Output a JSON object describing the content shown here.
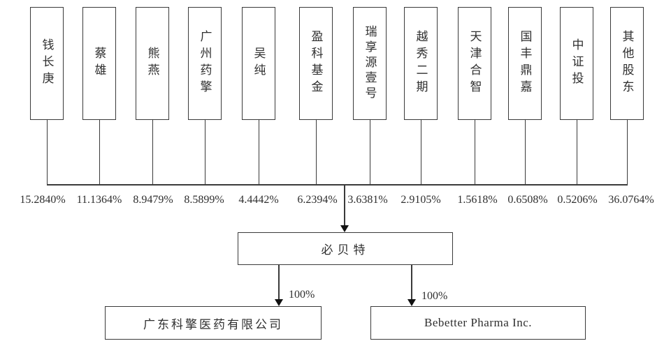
{
  "diagram": {
    "title": "equity-structure-chart",
    "parent_company": {
      "name": "必贝特"
    },
    "shareholders": [
      {
        "name": "钱长庚",
        "percent": "15.2840%"
      },
      {
        "name": "蔡雄",
        "percent": "11.1364%"
      },
      {
        "name": "熊燕",
        "percent": "8.9479%"
      },
      {
        "name": "广州药擎",
        "percent": "8.5899%"
      },
      {
        "name": "吴纯",
        "percent": "4.4442%"
      },
      {
        "name": "盈科基金",
        "percent": "6.2394%"
      },
      {
        "name": "瑞享源壹号",
        "percent": "3.6381%"
      },
      {
        "name": "越秀二期",
        "percent": "2.9105%"
      },
      {
        "name": "天津合智",
        "percent": "1.5618%"
      },
      {
        "name": "国丰鼎嘉",
        "percent": "0.6508%"
      },
      {
        "name": "中证投",
        "percent": "0.5206%"
      },
      {
        "name": "其他股东",
        "percent": "36.0764%"
      }
    ],
    "subsidiaries": [
      {
        "name": "广东科擎医药有限公司",
        "ownership": "100%"
      },
      {
        "name": "Bebetter Pharma Inc.",
        "ownership": "100%"
      }
    ],
    "colors": {
      "line": "#3a3a3a",
      "arrow": "#111111",
      "background": "#ffffff",
      "text": "#2f2f2f"
    }
  }
}
